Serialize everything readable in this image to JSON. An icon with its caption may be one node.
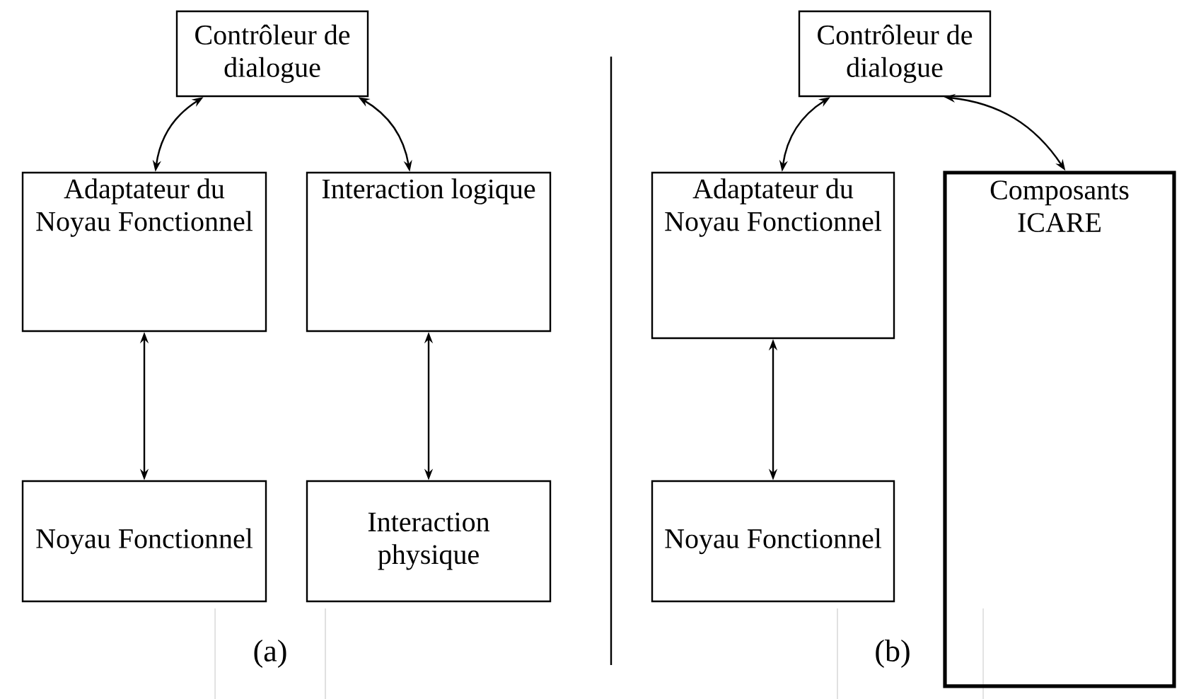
{
  "diagram": {
    "nodes": [
      {
        "text": [
          "Contrôleur de dialogue"
        ]
      },
      {
        "text": [
          "Adaptateur du Noyau Fonctionnel"
        ]
      },
      {
        "text": [
          "Interaction logique"
        ]
      },
      {
        "text": [
          "Noyau Fonctionnel"
        ]
      },
      {
        "text": [
          "Interaction physique"
        ]
      },
      {
        "text": [
          "Contrôleur de dialogue"
        ]
      },
      {
        "text": [
          "Adaptateur du Noyau Fonctionnel"
        ]
      },
      {
        "text": [
          "Composants ICARE"
        ]
      },
      {
        "text": [
          "Noyau Fonctionnel"
        ]
      }
    ],
    "edges": [
      {
        "from": 0,
        "to": 1,
        "arrow": "both"
      },
      {
        "from": 0,
        "to": 2,
        "arrow": "both"
      },
      {
        "from": 1,
        "to": 3,
        "arrow": "both"
      },
      {
        "from": 2,
        "to": 4,
        "arrow": "both"
      },
      {
        "from": 5,
        "to": 6,
        "arrow": "both"
      },
      {
        "from": 5,
        "to": 7,
        "arrow": "both"
      },
      {
        "from": 6,
        "to": 8,
        "arrow": "both"
      }
    ],
    "labels": [
      "(a)",
      "(b)"
    ]
  }
}
